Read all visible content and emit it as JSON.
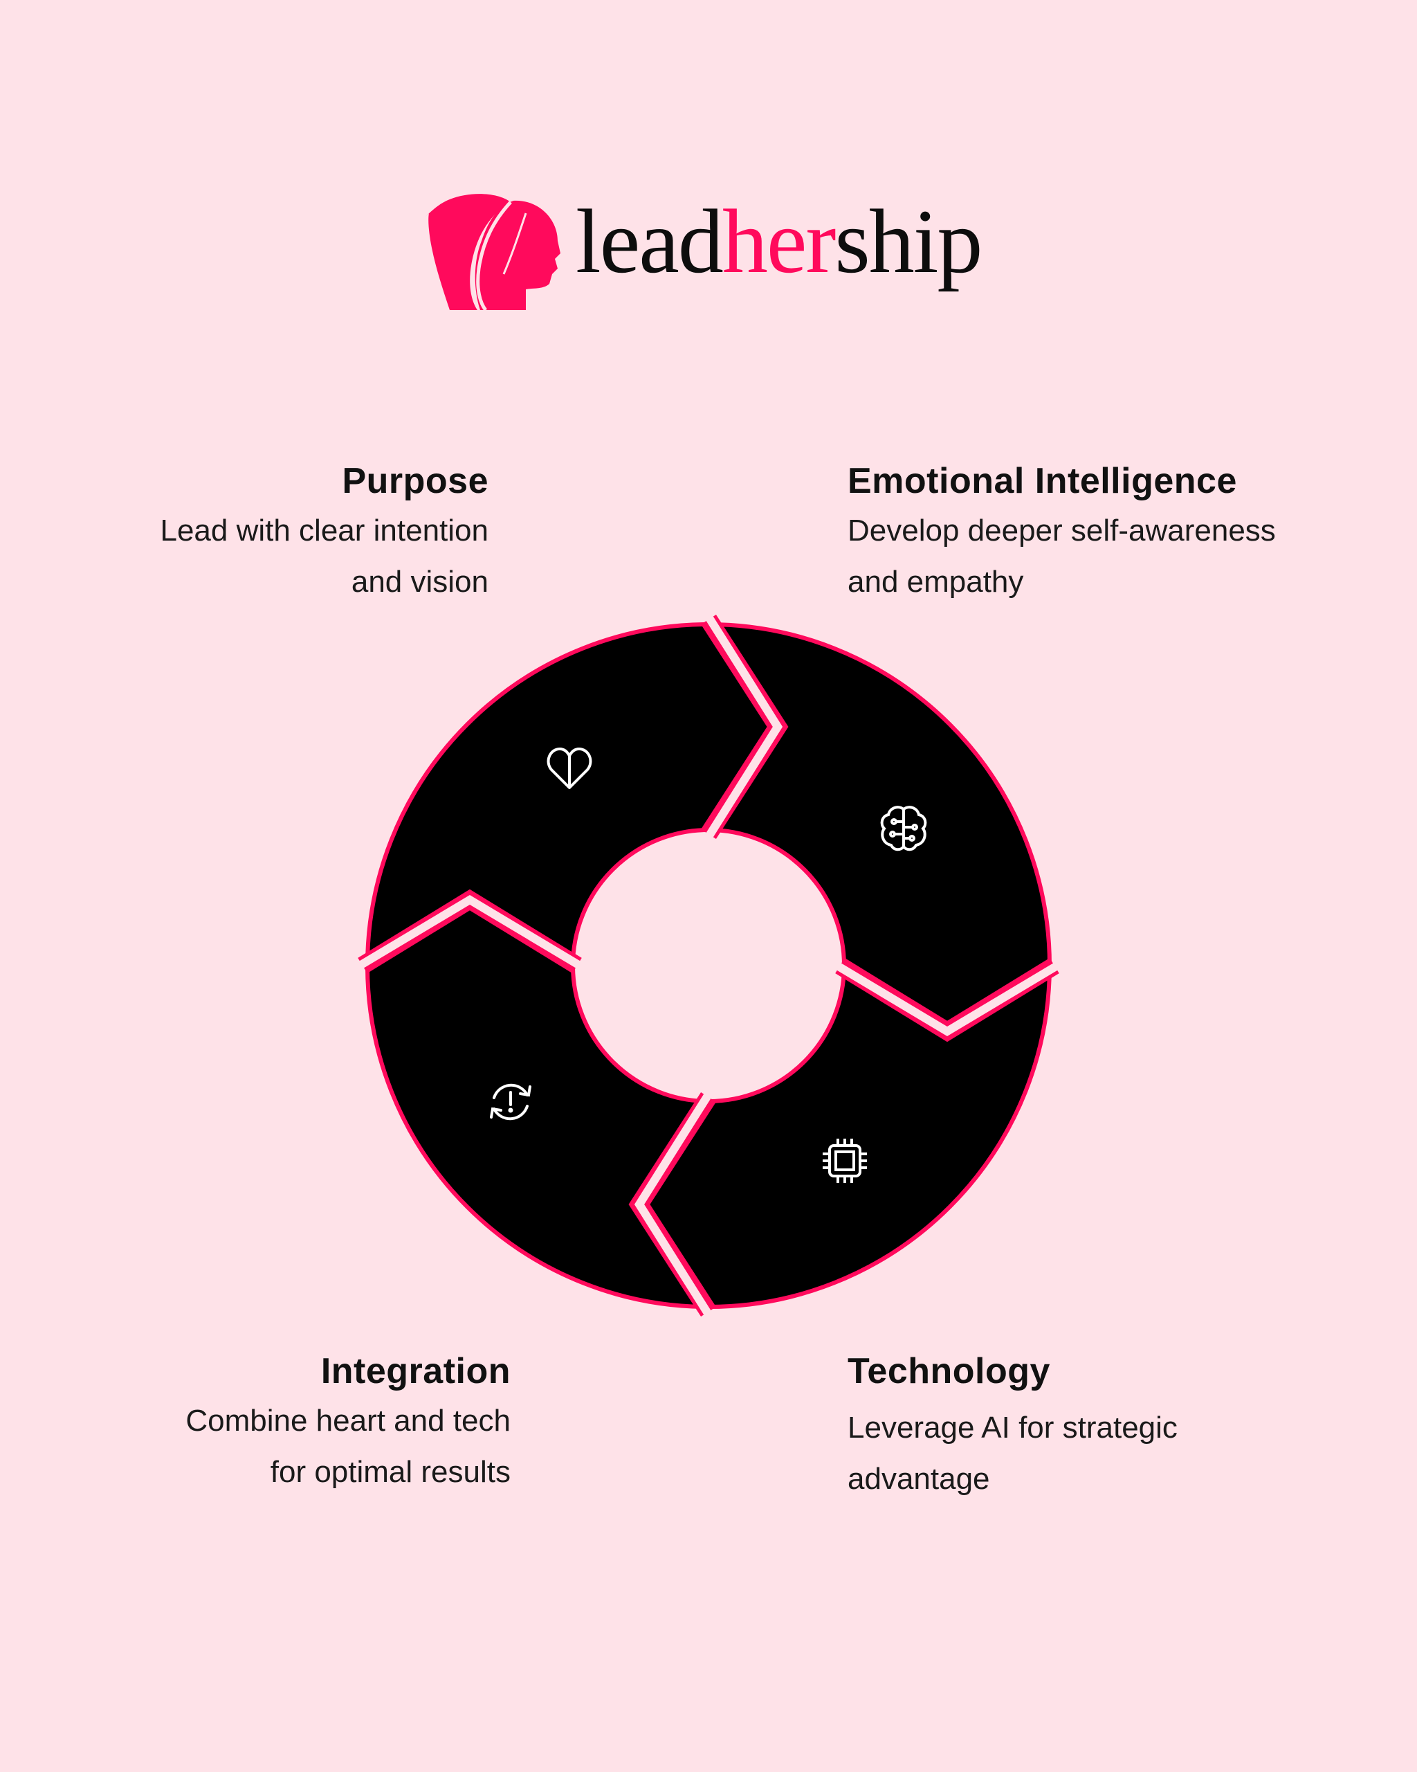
{
  "brand": {
    "prefix": "lead",
    "highlight": "her",
    "suffix": "ship",
    "accent_color": "#ff0a5c"
  },
  "cycle": {
    "colors": {
      "segment": "#000000",
      "outline": "#ff0a5c",
      "background": "#fee2e8"
    },
    "segments": [
      {
        "title": "Purpose",
        "line1": "Lead with clear intention",
        "line2": "and vision",
        "icon": "heart-icon"
      },
      {
        "title": "Emotional Intelligence",
        "line1": "Develop deeper self-awareness",
        "line2": "and empathy",
        "icon": "brain-icon"
      },
      {
        "title": "Technology",
        "line1": "Leverage AI for strategic",
        "line2": "advantage",
        "icon": "chip-icon"
      },
      {
        "title": "Integration",
        "line1": "Combine heart and tech",
        "line2": "for optimal results",
        "icon": "refresh-alert-icon"
      }
    ]
  }
}
